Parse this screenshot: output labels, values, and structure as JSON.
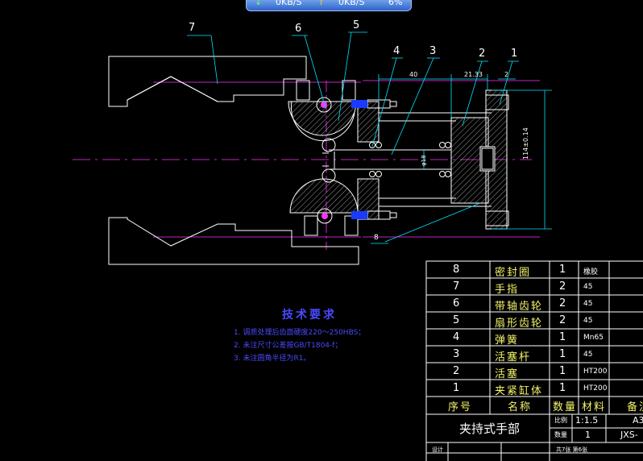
{
  "netbar": {
    "down_icon": "↓",
    "down": "0KB/S",
    "up_icon": "↑",
    "up": "0KB/S",
    "pct": "6%"
  },
  "balloons": [
    "7",
    "6",
    "5",
    "4",
    "3",
    "2",
    "1",
    "8"
  ],
  "dimensions": {
    "d40": "40",
    "d2133": "21.33",
    "d2": "2",
    "d114": "114±0.14",
    "d_inner": "φ18"
  },
  "tech_req": {
    "title": "技术要求",
    "lines": [
      "1. 调质处理后齿面硬度220～250HBS；",
      "2. 未注尺寸公差按GB/T1804-f；",
      "3. 未注圆角半径为R1。"
    ]
  },
  "bom": {
    "rows": [
      {
        "no": "8",
        "name": "密封圈",
        "qty": "1",
        "mat": "橡胶"
      },
      {
        "no": "7",
        "name": "手指",
        "qty": "2",
        "mat": "45"
      },
      {
        "no": "6",
        "name": "带轴齿轮",
        "qty": "2",
        "mat": "45"
      },
      {
        "no": "5",
        "name": "扇形齿轮",
        "qty": "2",
        "mat": "45"
      },
      {
        "no": "4",
        "name": "弹簧",
        "qty": "1",
        "mat": "Mn65"
      },
      {
        "no": "3",
        "name": "活塞杆",
        "qty": "1",
        "mat": "45"
      },
      {
        "no": "2",
        "name": "活塞",
        "qty": "1",
        "mat": "HT200"
      },
      {
        "no": "1",
        "name": "夹紧缸体",
        "qty": "1",
        "mat": "HT200"
      }
    ],
    "header": {
      "no": "序号",
      "name": "名称",
      "qty": "数量",
      "mat": "材料",
      "note": "备注"
    }
  },
  "title_block": {
    "title": "夹持式手部",
    "scale_label": "比例",
    "scale": "1:1.5",
    "qty_label": "数量",
    "qty": "1",
    "size": "A3",
    "code": "JXS-",
    "weight_label": "共7张 第6张",
    "design_label": "设计"
  }
}
